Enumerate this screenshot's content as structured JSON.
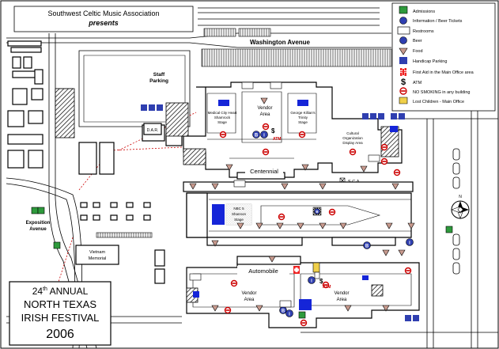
{
  "header": {
    "org": "Southwest Celtic Music Association",
    "presents": "presents"
  },
  "festival_title": {
    "line1_number": "24",
    "line1_suffix": "th",
    "line1_rest": " ANNUAL",
    "line2": "NORTH TEXAS",
    "line3": "IRISH FESTIVAL",
    "line4": "2006"
  },
  "legend": {
    "items": [
      {
        "icon": "admissions-icon",
        "label": "Admissions"
      },
      {
        "icon": "information-icon",
        "label": "Information / Beer Tickets"
      },
      {
        "icon": "restrooms-icon",
        "label": "Restrooms"
      },
      {
        "icon": "beer-icon",
        "label": "Beer"
      },
      {
        "icon": "food-icon",
        "label": "Food"
      },
      {
        "icon": "handicap-parking-icon",
        "label": "Handicap Parking"
      },
      {
        "icon": "first-aid-icon",
        "label": "First  Aid in the Main Office area"
      },
      {
        "icon": "atm-icon",
        "label": "ATM"
      },
      {
        "icon": "no-smoking-icon",
        "label": "NO SMOKING in any building"
      },
      {
        "icon": "lost-children-icon",
        "label": "Lost Children - Main Office"
      }
    ]
  },
  "labels": {
    "washington_avenue": "Washington Avenue",
    "staff_parking_1": "Staff",
    "staff_parking_2": "Parking",
    "dar": "D.A.R.",
    "vendor": "Vendor",
    "area": "Area",
    "stage_medical_1": "Medical City Heart",
    "stage_medical_2": "Shamrock",
    "stage_medical_3": "Stage",
    "stage_george_1": "George Killian's",
    "stage_george_2": "Trinity",
    "stage_george_3": "Stage",
    "atm": "ATM",
    "cultural_1": "Cultural",
    "cultural_2": "Organization",
    "cultural_3": "Display Area",
    "centennial": "Centennial",
    "sca": "S.C.A.",
    "nbc_1": "NBC 5",
    "nbc_2": "Shannon",
    "nbc_3": "Stage",
    "exposition_1": "Exposition",
    "exposition_2": "Avenue",
    "vietnam_1": "Vietnam",
    "vietnam_2": "Memorial",
    "automobile": "Automobile",
    "atm_symbol": "$",
    "beer_letter": "B",
    "info_letter": "i",
    "compass_letter": "N"
  }
}
